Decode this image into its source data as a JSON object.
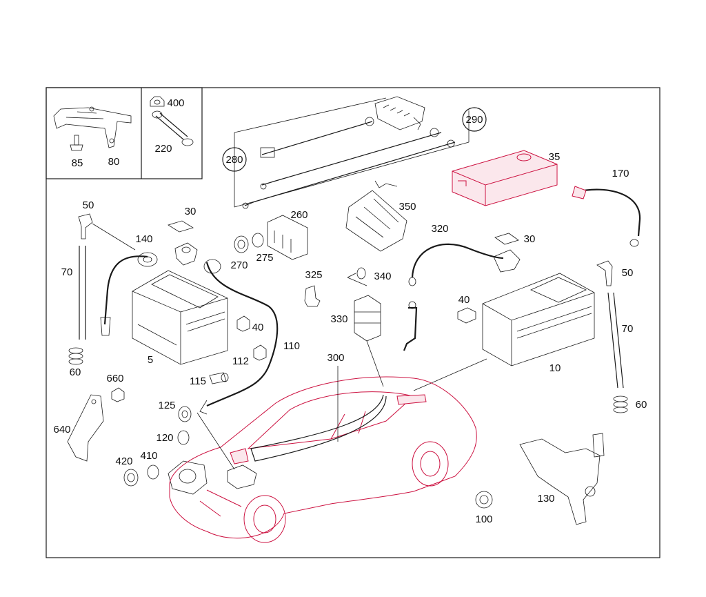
{
  "diagram": {
    "colors": {
      "frame": "#1a1a1a",
      "ink": "#1a1a1a",
      "accent": "#cc1140",
      "background": "#ffffff"
    },
    "parts": {
      "p85": "85",
      "p80": "80",
      "p400": "400",
      "p220": "220",
      "p280": "280",
      "p290": "290",
      "p35": "35",
      "p170": "170",
      "p50a": "50",
      "p50b": "50",
      "p140": "140",
      "p30a": "30",
      "p30b": "30",
      "p260": "260",
      "p350": "350",
      "p320": "320",
      "p270": "270",
      "p275": "275",
      "p70a": "70",
      "p70b": "70",
      "p325": "325",
      "p340": "340",
      "p40a": "40",
      "p40b": "40",
      "p330": "330",
      "p5": "5",
      "p10": "10",
      "p110": "110",
      "p112": "112",
      "p300": "300",
      "p60a": "60",
      "p60b": "60",
      "p115": "115",
      "p660": "660",
      "p125": "125",
      "p640": "640",
      "p120": "120",
      "p420": "420",
      "p410": "410",
      "p130": "130",
      "p100": "100"
    }
  }
}
